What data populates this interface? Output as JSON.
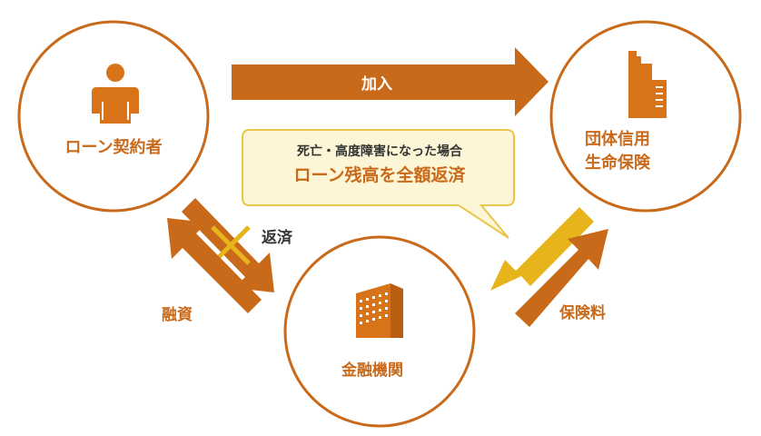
{
  "nodes": {
    "borrower": {
      "label": "ローン契約者"
    },
    "insurer": {
      "label_line1": "団体信用",
      "label_line2": "生命保険"
    },
    "bank": {
      "label": "金融機関"
    }
  },
  "arrows": {
    "join": {
      "label": "加入"
    },
    "repay": {
      "label": "返済"
    },
    "loan": {
      "label": "融資"
    },
    "premium": {
      "label": "保険料"
    }
  },
  "callout": {
    "line1": "死亡・高度障害になった場合",
    "line2": "ローン残高を全額返済"
  },
  "colors": {
    "orange": "#c96a1b",
    "gold": "#e8b41c",
    "cream": "#fdf6d6",
    "cream_border": "#e8c64a",
    "icon": "#d9731a"
  }
}
